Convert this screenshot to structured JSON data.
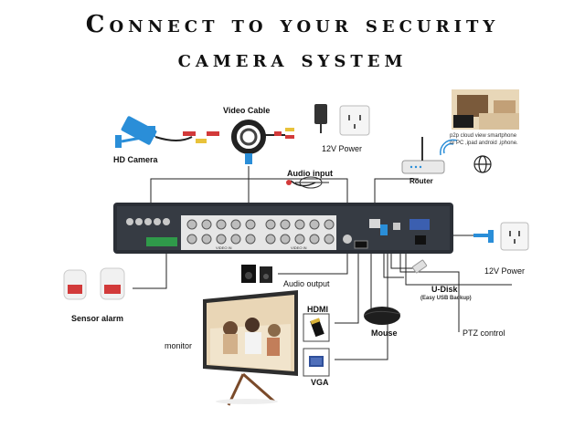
{
  "title": {
    "line1": "Connect to your security",
    "line2": "camera system"
  },
  "labels": {
    "video_cable": "Video Cable",
    "hd_camera": "HD Camera",
    "power_12v_top": "12V Power",
    "audio_input": "Audio input",
    "router": "Router",
    "p2p_note": "p2p cloud view smartphone or PC ,ipad android ,iphone.",
    "power_12v_right": "12V Power",
    "audio_output": "Audio output",
    "sensor_alarm": "Sensor alarm",
    "udisk": "U-Disk",
    "udisk_note": "(Easy USB Backup)",
    "hdmi": "HDMI",
    "mouse": "Mouse",
    "ptz_control": "PTZ control",
    "monitor": "monitor",
    "vga": "VGA",
    "video_in_left": "VIDEO IN",
    "video_in_right": "VIDEO IN"
  },
  "colors": {
    "camera_blue": "#2a8ed8",
    "dvr_body": "#2b2f36",
    "cable_red": "#d23a3a",
    "cable_yellow": "#e8c23a",
    "terminal_green": "#2f9a4a"
  }
}
